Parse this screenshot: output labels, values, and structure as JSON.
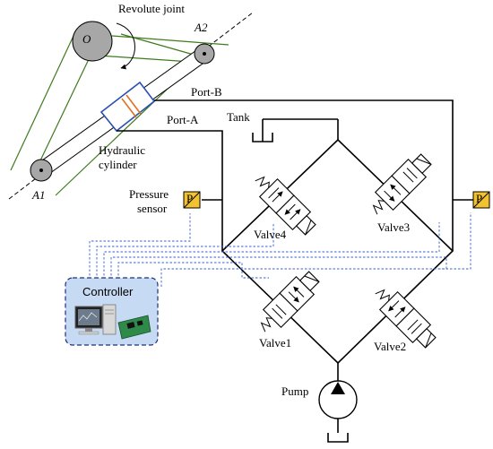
{
  "labels": {
    "revolute_joint": "Revolute joint",
    "point_o": "O",
    "point_a2": "A2",
    "point_a1": "A1",
    "port_b": "Port-B",
    "port_a": "Port-A",
    "tank": "Tank",
    "hydraulic_cylinder_line1": "Hydraulic",
    "hydraulic_cylinder_line2": "cylinder",
    "pressure_sensor_line1": "Pressure",
    "pressure_sensor_line2": "sensor",
    "valve1": "Valve1",
    "valve2": "Valve2",
    "valve3": "Valve3",
    "valve4": "Valve4",
    "controller": "Controller",
    "pump": "Pump",
    "pressure_sensor_symbol": "P"
  },
  "colors": {
    "pipe": "#000000",
    "signal_line": "#3a5fd0",
    "linkage": "#3f7a1e",
    "cylinder_body": "#2a4fb0",
    "cylinder_band": "#e07020",
    "sensor_fill": "#f2c230",
    "controller_fill": "#c7daf4",
    "controller_border": "#1f2f7a"
  },
  "icons": {
    "controller": "computer-and-daq-card-icon",
    "pressure_sensor": "pressure-sensor-icon",
    "pump": "pump-icon",
    "tank": "tank-icon"
  }
}
